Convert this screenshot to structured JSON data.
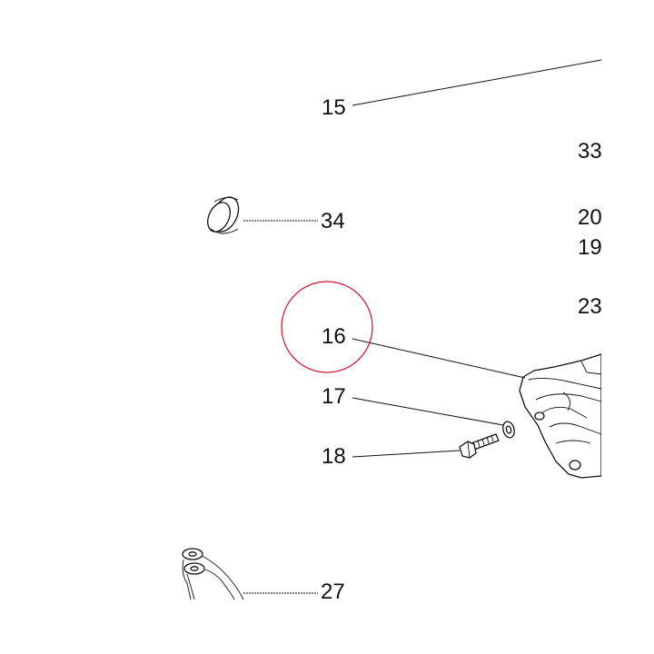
{
  "diagram": {
    "callouts": [
      {
        "id": "15",
        "text": "15"
      },
      {
        "id": "33",
        "text": "33"
      },
      {
        "id": "34",
        "text": "34"
      },
      {
        "id": "20",
        "text": "20"
      },
      {
        "id": "19",
        "text": "19"
      },
      {
        "id": "23",
        "text": "23"
      },
      {
        "id": "16",
        "text": "16"
      },
      {
        "id": "17",
        "text": "17"
      },
      {
        "id": "18",
        "text": "18"
      },
      {
        "id": "27",
        "text": "27"
      }
    ],
    "highlighted_callout": "16",
    "highlight_color": "#c8102e",
    "line_color": "#111111"
  }
}
